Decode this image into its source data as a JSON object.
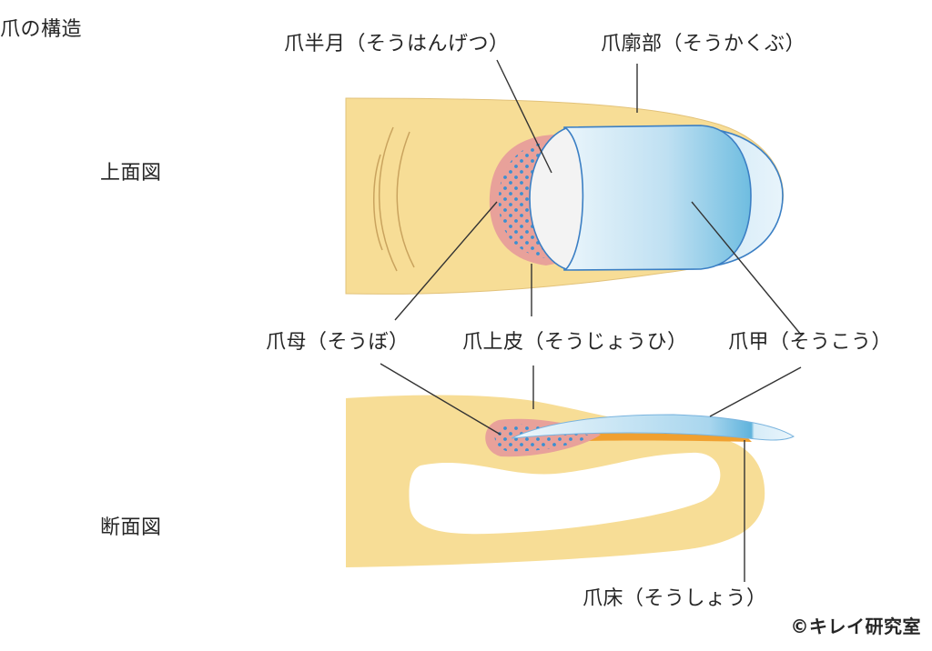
{
  "title": "爪の構造",
  "views": {
    "top": "上面図",
    "section": "断面図"
  },
  "labels": {
    "lunula": "爪半月（そうはんげつ）",
    "nail_wall": "爪廓部（そうかくぶ）",
    "matrix": "爪母（そうぼ）",
    "eponychium": "爪上皮（そうじょうひ）",
    "nail_plate": "爪甲（そうこう）",
    "nail_bed": "爪床（そうしょう）"
  },
  "copyright": "©キレイ研究室",
  "colors": {
    "skin": "#f7dd96",
    "skin_stroke": "#c8a45a",
    "matrix": "#e8a19a",
    "matrix_dots": "#3b8fd0",
    "lunula": "#f3f3f3",
    "nail": "#bfe0f2",
    "nail_dark": "#6ab8dd",
    "nail_stroke": "#3b7fc4",
    "nail_bed": "#f0a030",
    "line": "#333333"
  }
}
